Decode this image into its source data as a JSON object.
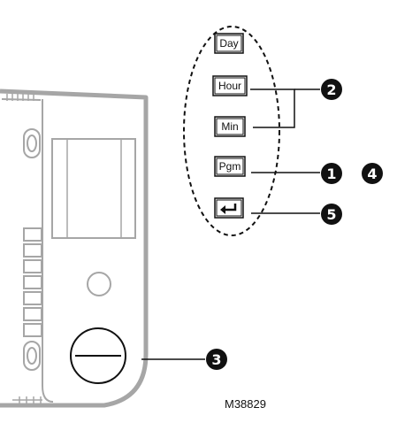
{
  "buttons": {
    "day": "Day",
    "hour": "Hour",
    "min": "Min",
    "pgm": "Pgm",
    "enter_icon": "enter-arrow-icon"
  },
  "callouts": {
    "c1": "1",
    "c2": "2",
    "c3": "3",
    "c4": "4",
    "c5": "5"
  },
  "figure": {
    "model_code": "M38829"
  },
  "colors": {
    "housing_outline": "#a6a6a6",
    "line": "#111111",
    "callout_fill": "#111111"
  }
}
